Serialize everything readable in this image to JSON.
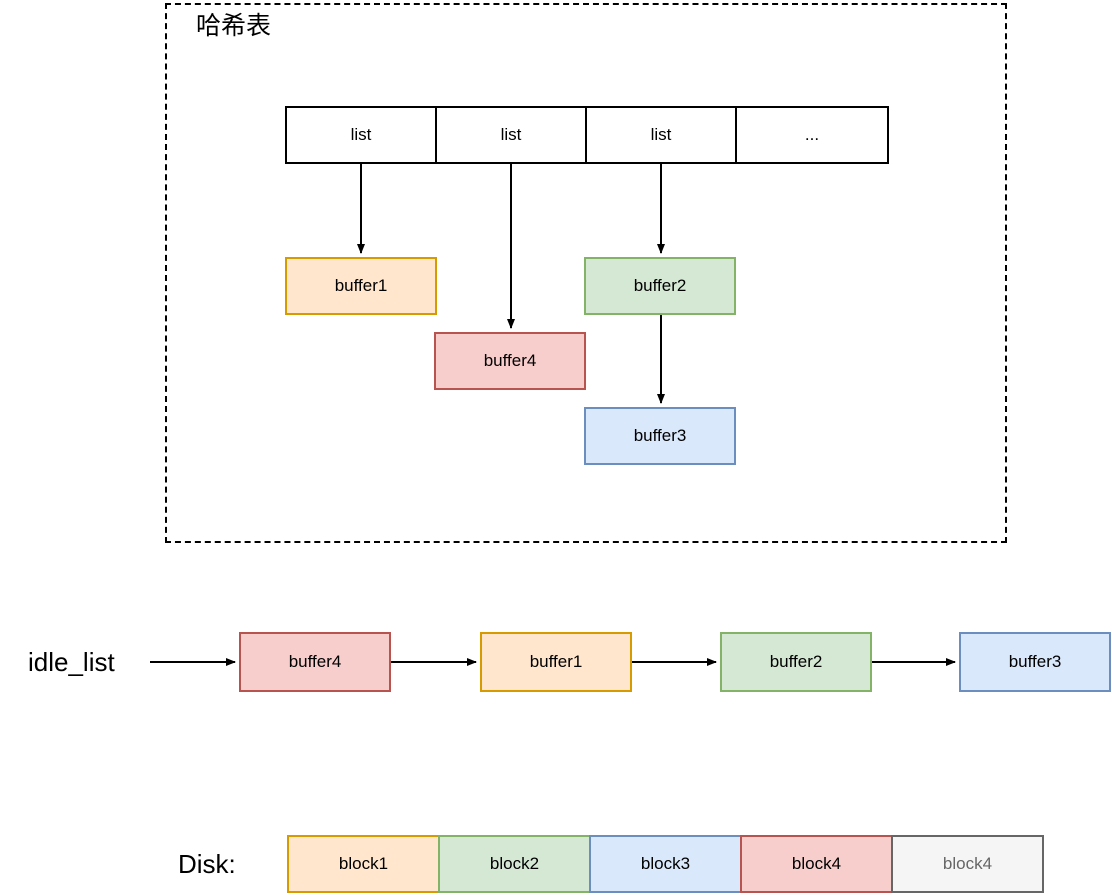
{
  "diagram": {
    "title": "哈希表",
    "hash_table": {
      "cells": [
        {
          "label": "list"
        },
        {
          "label": "list"
        },
        {
          "label": "list"
        },
        {
          "label": "..."
        }
      ]
    },
    "chain_buffers": [
      {
        "label": "buffer1",
        "color": "orange",
        "fill": "#ffe6cc",
        "stroke": "#d79b00"
      },
      {
        "label": "buffer4",
        "color": "red",
        "fill": "#f8cecc",
        "stroke": "#b85450"
      },
      {
        "label": "buffer2",
        "color": "green",
        "fill": "#d5e8d4",
        "stroke": "#82b366"
      },
      {
        "label": "buffer3",
        "color": "blue",
        "fill": "#dae8fc",
        "stroke": "#6c8ebf"
      }
    ],
    "idle_list": {
      "label": "idle_list",
      "nodes": [
        {
          "label": "buffer4",
          "color": "red",
          "fill": "#f8cecc",
          "stroke": "#b85450"
        },
        {
          "label": "buffer1",
          "color": "orange",
          "fill": "#ffe6cc",
          "stroke": "#d79b00"
        },
        {
          "label": "buffer2",
          "color": "green",
          "fill": "#d5e8d4",
          "stroke": "#82b366"
        },
        {
          "label": "buffer3",
          "color": "blue",
          "fill": "#dae8fc",
          "stroke": "#6c8ebf"
        }
      ]
    },
    "disk": {
      "label": "Disk:",
      "blocks": [
        {
          "label": "block1",
          "color": "orange",
          "fill": "#ffe6cc",
          "stroke": "#d79b00"
        },
        {
          "label": "block2",
          "color": "green",
          "fill": "#d5e8d4",
          "stroke": "#82b366"
        },
        {
          "label": "block3",
          "color": "blue",
          "fill": "#dae8fc",
          "stroke": "#6c8ebf"
        },
        {
          "label": "block4",
          "color": "red",
          "fill": "#f8cecc",
          "stroke": "#b85450"
        },
        {
          "label": "block4",
          "color": "gray",
          "fill": "#f5f5f5",
          "stroke": "#666666"
        }
      ]
    },
    "colors": {
      "line": "#000000",
      "background": "#ffffff",
      "dashed_border": "#000000"
    }
  }
}
